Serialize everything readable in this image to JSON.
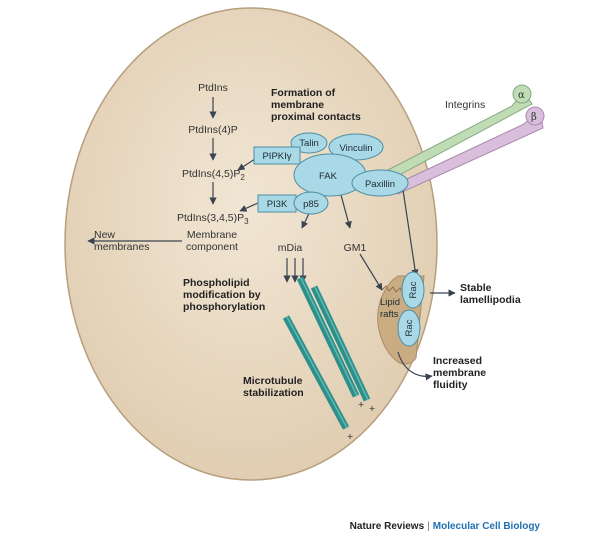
{
  "pathway": {
    "ptdins": "PtdIns",
    "ptdins4p": "PtdIns(4)P",
    "ptdins45p2": "PtdIns(4,5)P",
    "ptdins45p2_sub": "2",
    "ptdins345p3": "PtdIns(3,4,5)P",
    "ptdins345p3_sub": "3",
    "membrane_component_1": "Membrane",
    "membrane_component_2": "component",
    "new_membranes_1": "New",
    "new_membranes_2": "membranes"
  },
  "titles": {
    "formation_1": "Formation of",
    "formation_2": "membrane",
    "formation_3": "proximal contacts",
    "phospholipid_1": "Phospholipid",
    "phospholipid_2": "modification by",
    "phospholipid_3": "phosphorylation",
    "microtubule_1": "Microtubule",
    "microtubule_2": "stabilization",
    "stable_1": "Stable",
    "stable_2": "lamellipodia",
    "increased_1": "Increased",
    "increased_2": "membrane",
    "increased_3": "fluidity"
  },
  "proteins": {
    "talin": "Talin",
    "vinculin": "Vinculin",
    "pipk": "PIPKIγ",
    "fak": "FAK",
    "paxillin": "Paxillin",
    "pi3k": "PI3K",
    "p85": "p85",
    "mdia": "mDia",
    "gm1": "GM1",
    "lipid_rafts_1": "Lipid",
    "lipid_rafts_2": "rafts",
    "rac_1": "Rac",
    "rac_2": "Rac"
  },
  "integrins": {
    "label": "Integrins",
    "alpha": "α",
    "beta": "β"
  },
  "microtubule_plus": "+",
  "footer": {
    "journal": "Nature Reviews",
    "separator": "|",
    "subject": "Molecular Cell Biology"
  },
  "colors": {
    "cell_fill": "#e8d9c2",
    "protein_fill": "#a9d8e6",
    "microtubule": "#2d8f8a",
    "integrin_alpha": "#bfdcb5",
    "integrin_beta": "#d9bfdc",
    "arrow": "#3a4450"
  }
}
